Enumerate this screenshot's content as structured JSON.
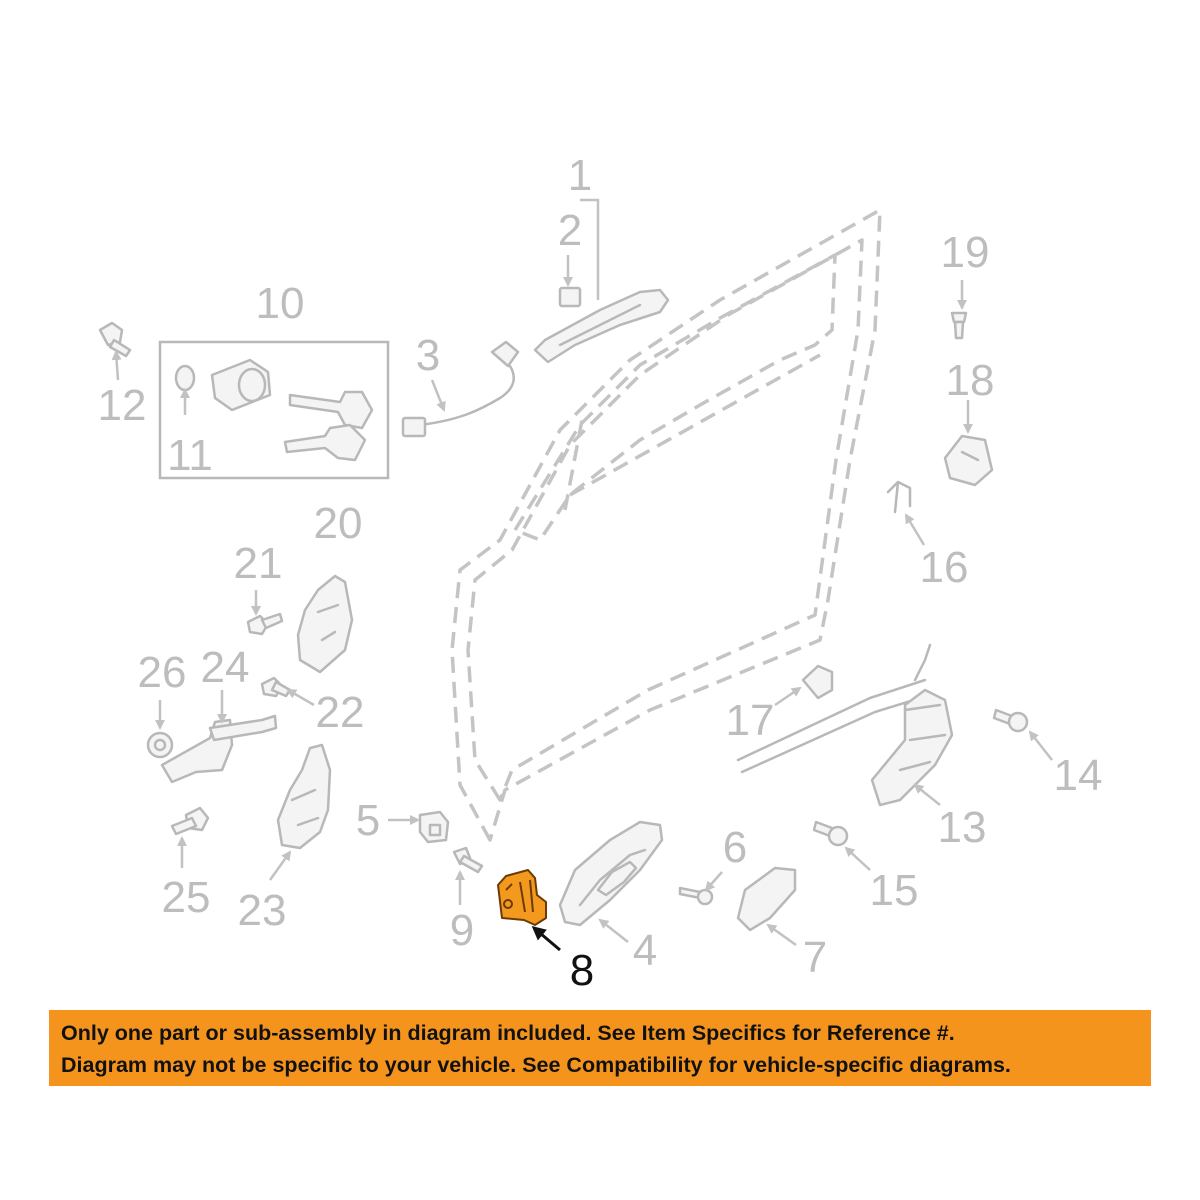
{
  "diagram": {
    "callouts": [
      {
        "number": "1",
        "highlighted": false
      },
      {
        "number": "2",
        "highlighted": false
      },
      {
        "number": "3",
        "highlighted": false
      },
      {
        "number": "4",
        "highlighted": false
      },
      {
        "number": "5",
        "highlighted": false
      },
      {
        "number": "6",
        "highlighted": false
      },
      {
        "number": "7",
        "highlighted": false
      },
      {
        "number": "8",
        "highlighted": true
      },
      {
        "number": "9",
        "highlighted": false
      },
      {
        "number": "10",
        "highlighted": false
      },
      {
        "number": "11",
        "highlighted": false
      },
      {
        "number": "12",
        "highlighted": false
      },
      {
        "number": "13",
        "highlighted": false
      },
      {
        "number": "14",
        "highlighted": false
      },
      {
        "number": "15",
        "highlighted": false
      },
      {
        "number": "16",
        "highlighted": false
      },
      {
        "number": "17",
        "highlighted": false
      },
      {
        "number": "18",
        "highlighted": false
      },
      {
        "number": "19",
        "highlighted": false
      },
      {
        "number": "20",
        "highlighted": false
      },
      {
        "number": "21",
        "highlighted": false
      },
      {
        "number": "22",
        "highlighted": false
      },
      {
        "number": "23",
        "highlighted": false
      },
      {
        "number": "24",
        "highlighted": false
      },
      {
        "number": "25",
        "highlighted": false
      },
      {
        "number": "26",
        "highlighted": false
      }
    ],
    "highlight_color": "#f39a1e",
    "line_color": "#b8b8b8"
  },
  "disclaimer": {
    "line1": "Only one part or sub-assembly in diagram included. See Item Specifics for Reference #.",
    "line2": "Diagram may not be specific to your vehicle. See Compatibility for vehicle-specific diagrams.",
    "background": "#f4941c"
  }
}
